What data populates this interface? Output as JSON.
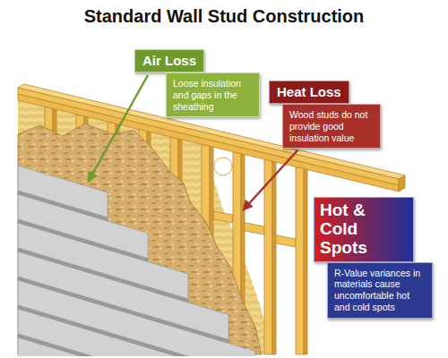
{
  "diagram": {
    "title": "Standard Wall Stud Construction",
    "nodes": [
      {
        "text": [
          "Air Loss",
          "Loose insulation and gaps in the sheathing"
        ]
      },
      {
        "text": [
          "Heat Loss",
          "Wood studs do not provide good insulation value"
        ]
      },
      {
        "text": [
          "Hot & Cold Spots",
          "R-Value variances in materials cause uncomfortable hot and cold spots"
        ]
      }
    ]
  }
}
